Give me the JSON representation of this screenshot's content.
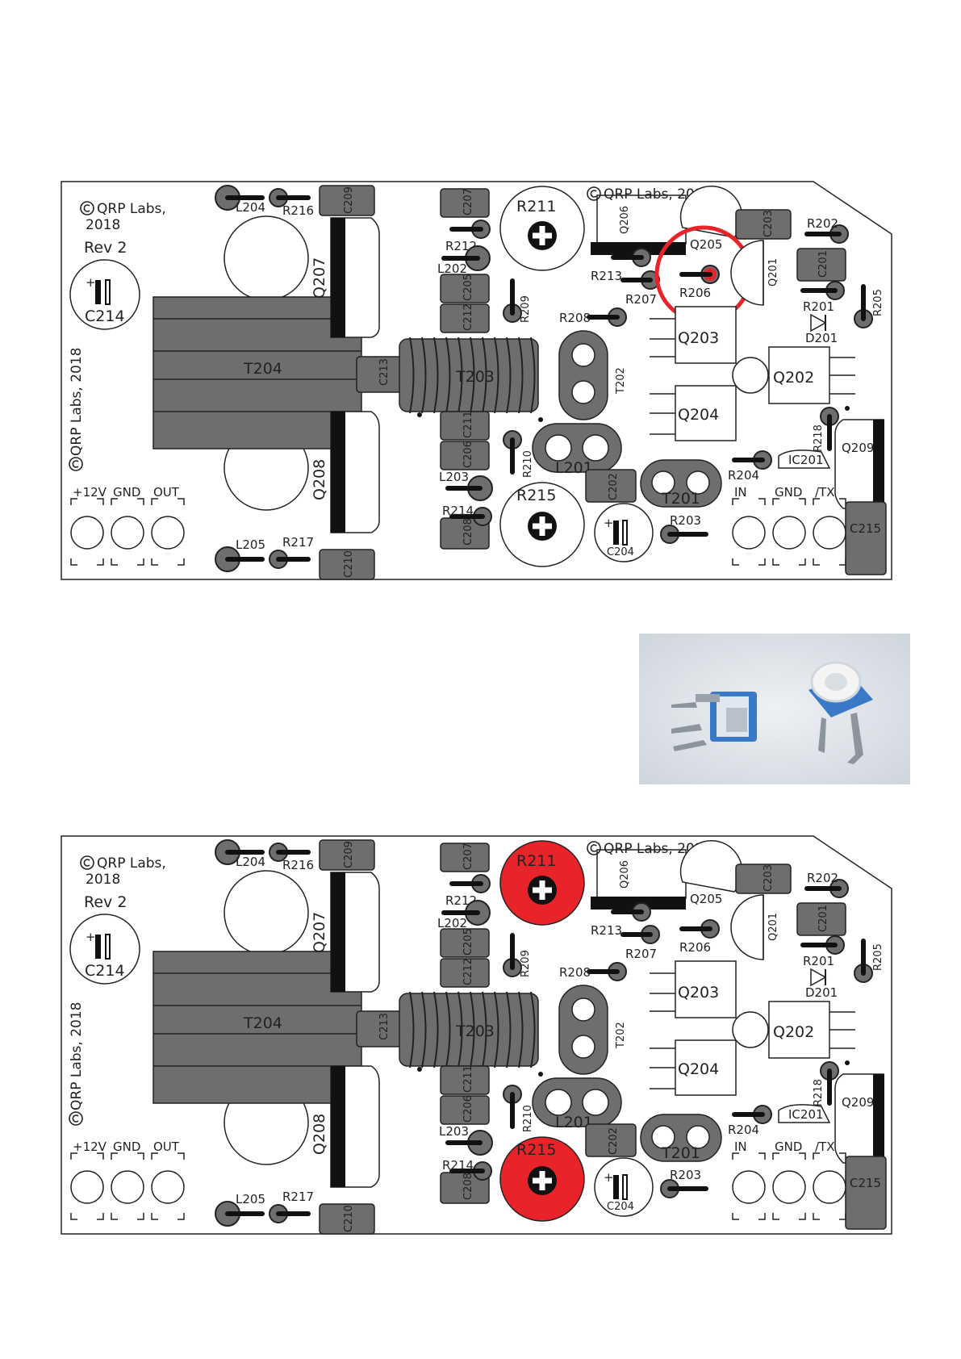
{
  "boards": [
    {
      "id": "board-top",
      "highlight": "r206",
      "copyright_left_1": "QRP Labs,",
      "copyright_left_2": "2018",
      "revision": "Rev 2",
      "copyright_top": "QRP Labs, 2018",
      "copyright_side": "QRP Labs, 2018"
    },
    {
      "id": "board-bottom",
      "highlight": "r211-r215",
      "copyright_left_1": "QRP Labs,",
      "copyright_left_2": "2018",
      "revision": "Rev 2",
      "copyright_top": "QRP Labs, 2018",
      "copyright_side": "QRP Labs, 2018"
    }
  ],
  "labels": {
    "C214": "C214",
    "T204": "T204",
    "T203": "T203",
    "C213": "C213",
    "L204": "L204",
    "L205": "L205",
    "R216": "R216",
    "R217": "R217",
    "C209": "C209",
    "C210": "C210",
    "Q207": "Q207",
    "Q208": "Q208",
    "C207": "C207",
    "R212": "R212",
    "L202": "L202",
    "C205": "C205",
    "C212": "C212",
    "R209": "R209",
    "R211": "R211",
    "R215": "R215",
    "R213": "R213",
    "R207": "R207",
    "R206": "R206",
    "R208": "R208",
    "Q206": "Q206",
    "Q205": "Q205",
    "Q201": "Q201",
    "C203": "C203",
    "R202": "R202",
    "C201": "C201",
    "R201": "R201",
    "D201": "D201",
    "R205": "R205",
    "Q203": "Q203",
    "Q202": "Q202",
    "Q204": "Q204",
    "T202": "T202",
    "C211": "C211",
    "C206": "C206",
    "R210": "R210",
    "L201": "L201",
    "L203": "L203",
    "R214": "R214",
    "C208": "C208",
    "C202": "C202",
    "T201": "T201",
    "C204": "C204",
    "R203": "R203",
    "R218": "R218",
    "Q209": "Q209",
    "IC201": "IC201",
    "R204": "R204",
    "C215": "C215",
    "p12v": "+12V",
    "gnd": "GND",
    "out": "OUT",
    "in": "IN",
    "tx": "/TX"
  },
  "colors": {
    "pad_gray": "#6e6e6e",
    "body_gray": "#8a8a8a",
    "outline": "#222222",
    "highlight_red": "#e8232a"
  },
  "photo": {
    "description_icon": "trimmer-potentiometer-photo",
    "body_color": "#3a78c8"
  }
}
